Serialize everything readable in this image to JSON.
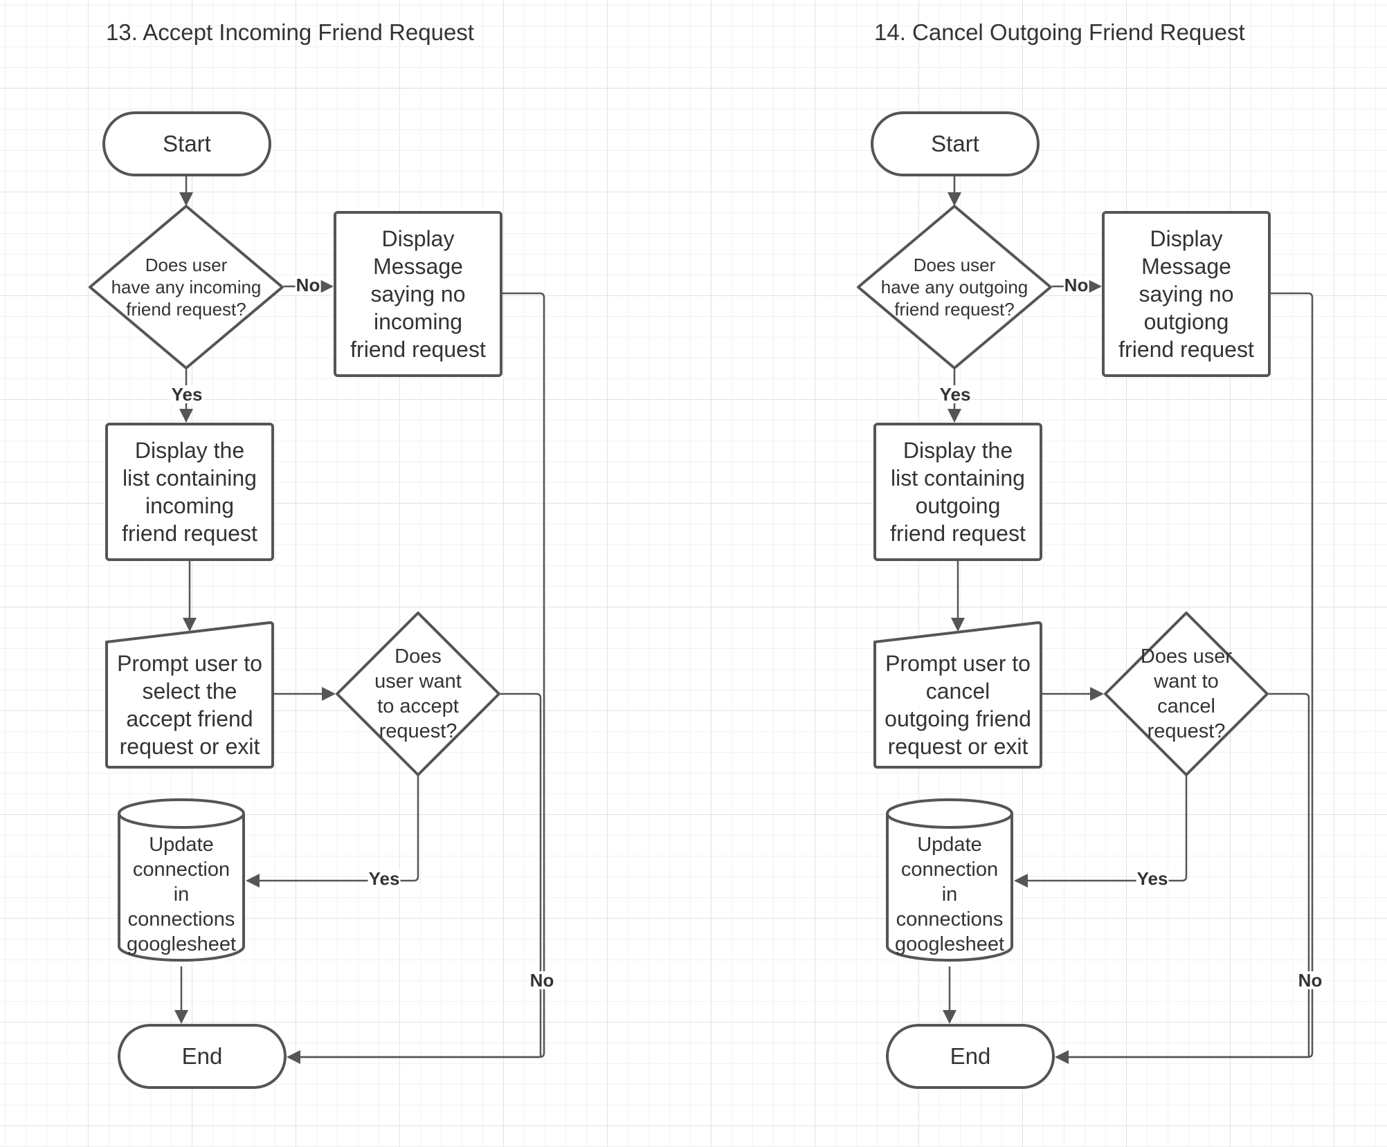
{
  "flows": [
    {
      "title": "13. Accept Incoming Friend Request",
      "start": "Start",
      "decision_1": "Does user\nhave any incoming\nfriend request?",
      "no_message": "Display\nMessage\nsaying no\nincoming\nfriend request",
      "display_list": "Display the\nlist containing\nincoming\nfriend request",
      "prompt": "Prompt user to\nselect the\naccept friend\nrequest or exit",
      "decision_2": "Does\nuser want\nto accept\nrequest?",
      "update": "Update\nconnection\nin\nconnections\ngooglesheet",
      "end": "End",
      "label_no_1": "No",
      "label_yes_1": "Yes",
      "label_yes_2": "Yes",
      "label_no_2": "No"
    },
    {
      "title": "14. Cancel Outgoing Friend Request",
      "start": "Start",
      "decision_1": "Does user\nhave any outgoing\nfriend request?",
      "no_message": "Display\nMessage\nsaying no\noutgiong\nfriend request",
      "display_list": "Display the\nlist containing\noutgoing\nfriend request",
      "prompt": "Prompt user to\ncancel\noutgoing friend\nrequest or exit",
      "decision_2": "Does user\nwant to cancel\nrequest?",
      "update": "Update\nconnection\nin\nconnections\ngooglesheet",
      "end": "End",
      "label_no_1": "No",
      "label_yes_1": "Yes",
      "label_yes_2": "Yes",
      "label_no_2": "No"
    }
  ],
  "colors": {
    "stroke": "#555555",
    "text": "#333333",
    "fill": "#ffffff"
  }
}
